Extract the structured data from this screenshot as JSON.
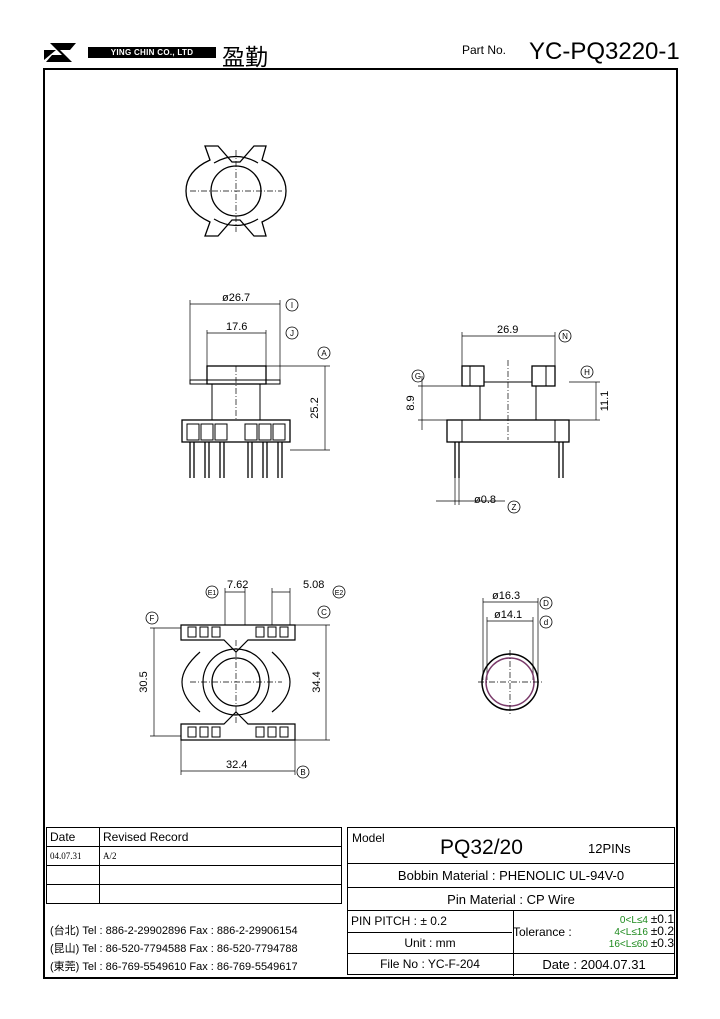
{
  "header": {
    "company_name": "YING CHIN CO., LTD",
    "company_cn": "盈勤",
    "part_no_label": "Part No.",
    "part_no": "YC-PQ3220-1"
  },
  "dimensions": {
    "top_width_outer": "ø26.7",
    "top_width_inner": "17.6",
    "height_front": "25.2",
    "side_width": "26.9",
    "side_flange": "8.9",
    "side_height": "11.1",
    "pin_dia": "ø0.8",
    "pitch_a": "7.62",
    "pitch_b": "5.08",
    "bottom_height_left": "30.5",
    "bottom_height_right": "34.4",
    "bottom_width": "32.4",
    "tube_outer": "ø16.3",
    "tube_inner": "ø14.1"
  },
  "markers": {
    "I": "I",
    "J": "J",
    "A": "A",
    "N": "N",
    "G": "G",
    "H": "H",
    "Z": "Z",
    "E1": "E1",
    "E2": "E2",
    "F": "F",
    "C": "C",
    "B": "B",
    "D": "D",
    "d": "d"
  },
  "revision": {
    "col_date": "Date",
    "col_record": "Revised Record",
    "row1_date": "04.07.31",
    "row1_record": "A/2"
  },
  "contacts": [
    "(台北) Tel : 886-2-29902896   Fax : 886-2-29906154",
    "(昆山) Tel : 86-520-7794588   Fax : 86-520-7794788",
    "(東莞) Tel : 86-769-5549610   Fax : 86-769-5549617"
  ],
  "specs": {
    "model_label": "Model",
    "model": "PQ32/20",
    "pins": "12PINs",
    "bobbin_material": "Bobbin  Material : PHENOLIC UL-94V-0",
    "pin_material": "Pin  Material : CP Wire",
    "pin_pitch": "PIN  PITCH : ± 0.2",
    "unit": "Unit : mm",
    "file_no": "File  No : YC-F-204",
    "date": "Date : 2004.07.31",
    "tolerance_label": "Tolerance :",
    "tol1_range": "0<L≤4",
    "tol1": "±0.1",
    "tol2_range": "4<L≤16",
    "tol2": "±0.2",
    "tol3_range": "16<L≤60",
    "tol3": "±0.3"
  }
}
